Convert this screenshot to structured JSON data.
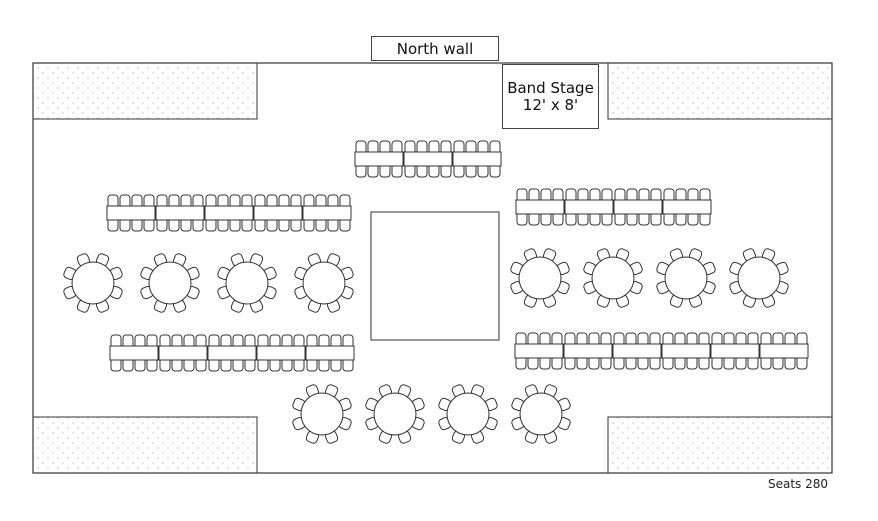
{
  "north_wall": "North wall",
  "band_stage": {
    "name": "Band Stage",
    "size": "12' x 8'"
  },
  "seat_count": "Seats 280",
  "banquet_tables": {
    "units_per_row": [
      3,
      5,
      4,
      5,
      6
    ],
    "chairs_per_side": 4
  },
  "round_tables": {
    "units_per_row": [
      4,
      4,
      4
    ],
    "chairs_per_table": 8
  }
}
